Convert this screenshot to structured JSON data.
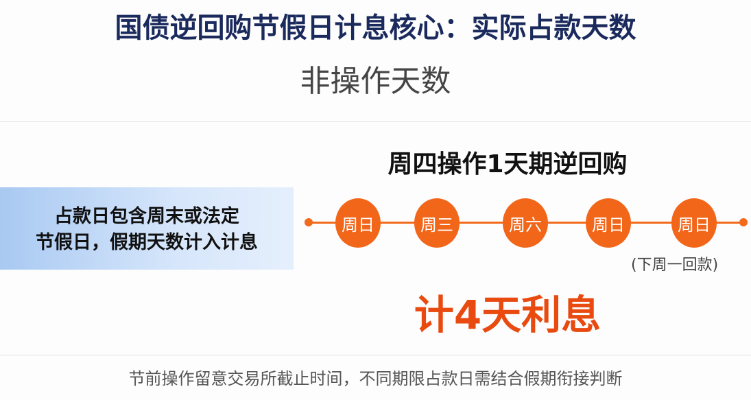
{
  "title": "国债逆回购节假日计息核心：实际占款天数",
  "subtitle": "非操作天数",
  "heading": "周四操作1天期逆回购",
  "note": {
    "line1": "占款日包含周末或法定",
    "line2": "节假日，假期天数计入计息"
  },
  "timeline": {
    "days": [
      "周日",
      "周三",
      "周六",
      "周日",
      "周日"
    ],
    "return_note": "(下周一回款)"
  },
  "interest": "计4天利息",
  "footer": "节前操作留意交易所截止时间，不同期限占款日需结合假期衔接判断",
  "colors": {
    "title": "#1b2a5c",
    "accent": "#f26a1b",
    "interest": "#e84a10",
    "note_bg": "#a9c9f2"
  }
}
